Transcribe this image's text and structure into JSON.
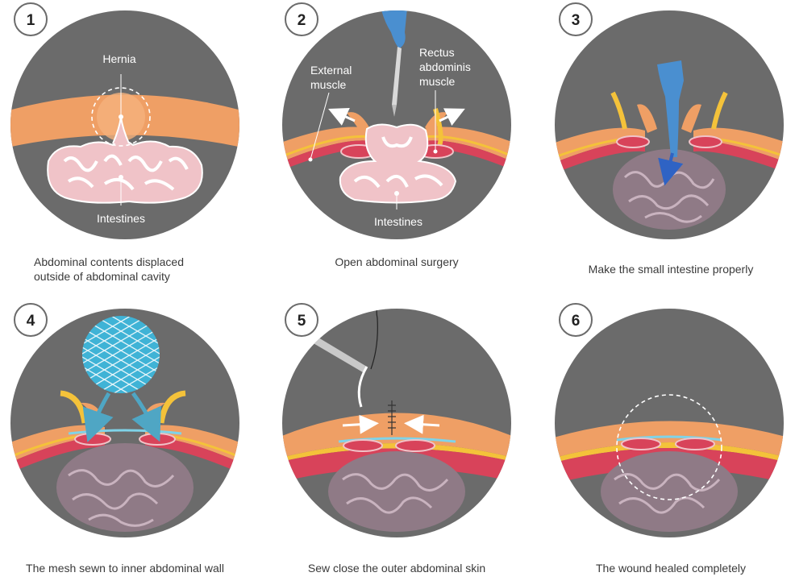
{
  "steps": [
    {
      "number": "1",
      "caption_line1": "Abdominal contents displaced",
      "caption_line2": "outside of abdominal cavity"
    },
    {
      "number": "2",
      "caption": "Open abdominal surgery"
    },
    {
      "number": "3",
      "caption": "Make the small intestine properly"
    },
    {
      "number": "4",
      "caption": "The mesh sewn to inner abdominal wall"
    },
    {
      "number": "5",
      "caption": "Sew close the outer abdominal skin"
    },
    {
      "number": "6",
      "caption": "The wound healed completely"
    }
  ],
  "labels": {
    "hernia": "Hernia",
    "intestines_1": "Intestines",
    "intestines_2": "Intestines",
    "external_muscle_line1": "External",
    "external_muscle_line2": "muscle",
    "rectus_line1": "Rectus",
    "rectus_line2": "abdominis",
    "rectus_line3": "muscle"
  },
  "colors": {
    "background_circle": "#6b6b6b",
    "skin": "#ef9f65",
    "fat_layer": "#f4c23a",
    "muscle": "#d8435a",
    "intestine": "#f0c3c8",
    "glove": "#4a8fd0",
    "mesh": "#7fd3e8"
  }
}
